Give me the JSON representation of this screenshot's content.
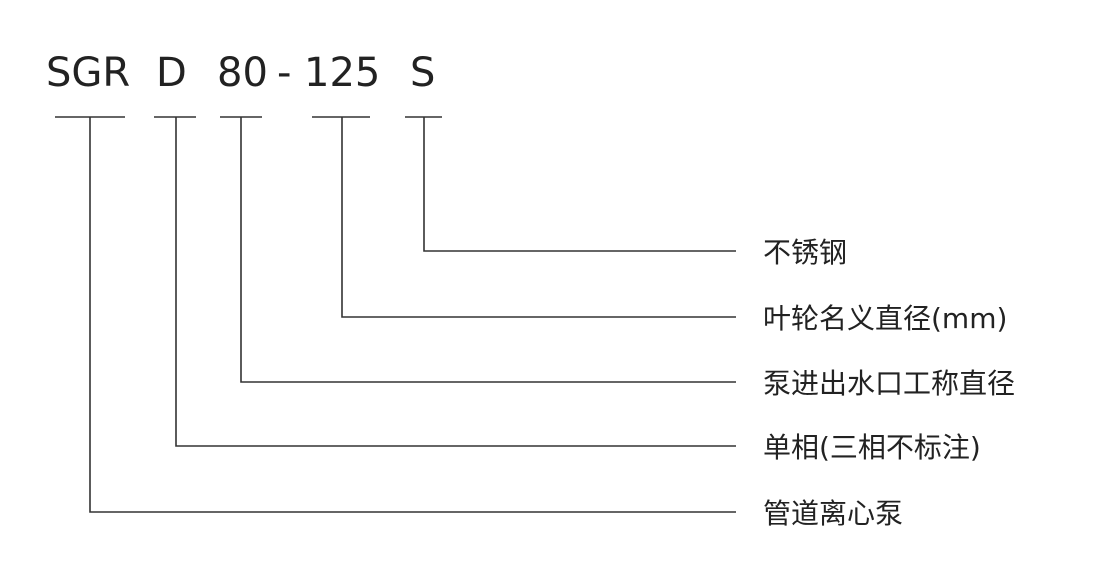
{
  "code_segments": [
    {
      "text": "SGR"
    },
    {
      "text": "D"
    },
    {
      "text": "80"
    },
    {
      "text": "-"
    },
    {
      "text": "125"
    },
    {
      "text": "S"
    }
  ],
  "descriptions": [
    {
      "segment": "S",
      "label": "不锈钢"
    },
    {
      "segment": "125",
      "label": "叶轮名义直径(mm)"
    },
    {
      "segment": "80",
      "label": "泵进出水口工称直径"
    },
    {
      "segment": "D",
      "label": "单相(三相不标注)"
    },
    {
      "segment": "SGR",
      "label": "管道离心泵"
    }
  ]
}
